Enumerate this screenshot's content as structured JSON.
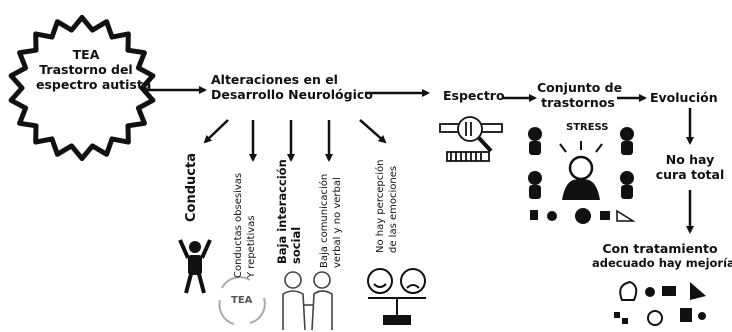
{
  "tea": {
    "line1": "TEA",
    "line2": "Trastorno del",
    "line3": "espectro autista"
  },
  "alteraciones": {
    "line1": "Alteraciones en el",
    "line2": "Desarrollo Neurológico"
  },
  "espectro": "Espectro",
  "conjunto": {
    "line1": "Conjunto de",
    "line2": "trastornos"
  },
  "stress": "STRESS",
  "evolucion": "Evolución",
  "no_cura": {
    "line1": "No hay",
    "line2": "cura total"
  },
  "tratamiento": {
    "line1": "Con tratamiento",
    "line2": "adecuado hay mejoría"
  },
  "branches": {
    "conducta": "Conducta",
    "obsesivas": {
      "line1": "Conductas obsesivas",
      "line2": "Y repetitivas"
    },
    "interaccion": {
      "line1": "Baja interacción",
      "line2": "social"
    },
    "comunicacion": {
      "line1": "Baja comunicación",
      "line2": "verbal y no verbal"
    },
    "emociones": {
      "line1": "No hay percepción",
      "line2": "de las emociones"
    }
  },
  "cycle_label": "TEA"
}
